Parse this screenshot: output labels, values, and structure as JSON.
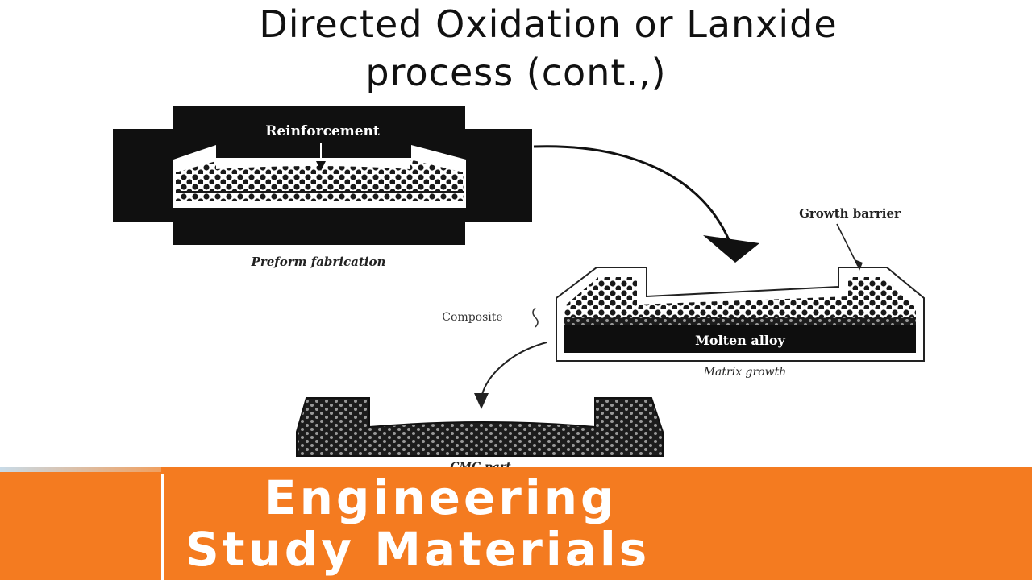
{
  "slide": {
    "title_line1": "Directed Oxidation or Lanxide",
    "title_line2": "process (cont.,)"
  },
  "diagram": {
    "labels": {
      "reinforcement": "Reinforcement",
      "preform_fabrication": "Preform fabrication",
      "growth_barrier": "Growth barrier",
      "composite": "Composite",
      "molten_alloy": "Molten alloy",
      "matrix_growth": "Matrix growth",
      "cmc_part": "CMC part"
    }
  },
  "footer": {
    "brand_line1": "Engineering",
    "brand_line2": "Study Materials",
    "color": "#f47b20"
  }
}
